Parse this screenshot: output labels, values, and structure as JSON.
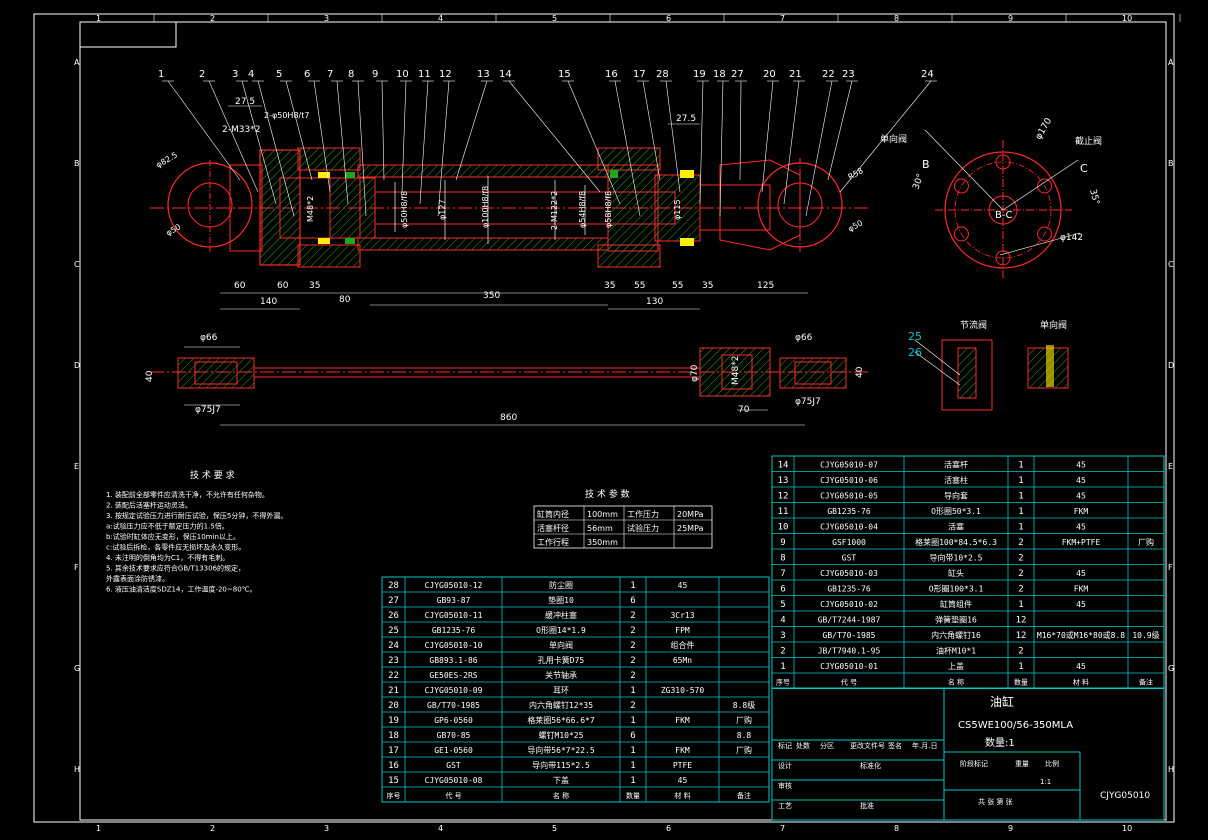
{
  "drawing": {
    "border_columns": [
      "1",
      "2",
      "3",
      "4",
      "5",
      "6",
      "7",
      "8",
      "9",
      "10"
    ],
    "border_rows": [
      "A",
      "B",
      "C",
      "D",
      "E",
      "F",
      "G",
      "H"
    ],
    "balloons_top": [
      "1",
      "2",
      "3",
      "4",
      "5",
      "6",
      "7",
      "8",
      "9",
      "10",
      "11",
      "12",
      "13",
      "14",
      "15",
      "16",
      "17",
      "28",
      "19",
      "18",
      "27",
      "20",
      "21",
      "22",
      "23",
      "24"
    ],
    "dims_bottom": [
      "60",
      "140",
      "60",
      "35",
      "80",
      "350",
      "35",
      "55",
      "130",
      "55",
      "35",
      "125"
    ],
    "dims_top": [
      "27.5",
      "2-M33*2",
      "2-φ50H8/t7",
      "27.5"
    ],
    "dims_inner": [
      "φ82.5",
      "φ50",
      "M48*2",
      "φ50H8/f8",
      "φ127",
      "φ100H8/f8",
      "2-M122*2",
      "φ54H8/f8",
      "φ58H8/f8",
      "φ115",
      "R58",
      "φ50"
    ],
    "flange_labels": [
      "单向阀",
      "截止阀",
      "B",
      "C",
      "B-C",
      "φ170",
      "φ142",
      "30°",
      "35°"
    ],
    "rod_dims": [
      "φ66",
      "40",
      "φ75J7",
      "860",
      "φ70",
      "M48*2",
      "φ66",
      "40",
      "70",
      "φ75J7"
    ],
    "detail_labels": [
      "25",
      "26",
      "节流阀",
      "单向阀"
    ]
  },
  "tech_requirements": {
    "title": "技 术 要 求",
    "items": [
      "1.  装配前全部零件应清洗干净，不允许有任何杂物。",
      "2.  装配后活塞杆运动灵活。",
      "3.  按规定试验压力进行耐压试验，保压5分钟，不得外漏。",
      "    a:试验压力应不低于额定压力的1.5倍。",
      "    b:试验时缸体应无变形，保压10min以上。",
      "    c:试验后拆检，各零件应无损坏及永久变形。",
      "4.  未注明的倒角均为C1，不得有毛刺。",
      "5.  其余技术要求应符合GB/T13306的规定，",
      "    外露表面涂防锈漆。",
      "6.  液压油清洁度SDZ14，工作温度-20~80℃。"
    ]
  },
  "params": {
    "title": "技 术 参 数",
    "rows": [
      [
        "缸筒内径",
        "100mm",
        "工作压力",
        "20MPa"
      ],
      [
        "活塞杆径",
        "56mm",
        "试验压力",
        "25MPa"
      ],
      [
        "工作行程",
        "350mm",
        "",
        ""
      ]
    ]
  },
  "bom_left": {
    "rows": [
      [
        "28",
        "CJYG05010-12",
        "防尘圈",
        "1",
        "45",
        ""
      ],
      [
        "27",
        "GB93-87",
        "垫圈10",
        "6",
        "",
        ""
      ],
      [
        "26",
        "CJYG05010-11",
        "缓冲柱塞",
        "2",
        "3Cr13",
        ""
      ],
      [
        "25",
        "GB1235-76",
        "O形圈14*1.9",
        "2",
        "FPM",
        ""
      ],
      [
        "24",
        "CJYG05010-10",
        "单向阀",
        "2",
        "组合件",
        ""
      ],
      [
        "23",
        "GB893.1-86",
        "孔用卡簧D75",
        "2",
        "65Mn",
        ""
      ],
      [
        "22",
        "GE50ES-2RS",
        "关节轴承",
        "2",
        "",
        ""
      ],
      [
        "21",
        "CJYG05010-09",
        "耳环",
        "1",
        "ZG310-570",
        ""
      ],
      [
        "20",
        "GB/T70-1985",
        "内六角螺钉12*35",
        "2",
        "",
        "8.8级"
      ],
      [
        "19",
        "GP6-0560",
        "格莱圈56*66.6*7",
        "1",
        "FKM",
        "厂购"
      ],
      [
        "18",
        "GB70-85",
        "螺钉M10*25",
        "6",
        "",
        "8.8"
      ],
      [
        "17",
        "GE1-0560",
        "导向带56*7*22.5",
        "1",
        "FKM",
        "厂购"
      ],
      [
        "16",
        "GST",
        "导向带115*2.5",
        "1",
        "PTFE",
        ""
      ],
      [
        "15",
        "CJYG05010-08",
        "下盖",
        "1",
        "45",
        ""
      ]
    ],
    "header": [
      "序号",
      "代  号",
      "名  称",
      "数量",
      "材  料",
      "备注"
    ]
  },
  "bom_right": {
    "rows": [
      [
        "14",
        "CJYG05010-07",
        "活塞杆",
        "1",
        "45",
        ""
      ],
      [
        "13",
        "CJYG05010-06",
        "活塞柱",
        "1",
        "45",
        ""
      ],
      [
        "12",
        "CJYG05010-05",
        "导向套",
        "1",
        "45",
        ""
      ],
      [
        "11",
        "GB1235-76",
        "O形圈50*3.1",
        "1",
        "FKM",
        ""
      ],
      [
        "10",
        "CJYG05010-04",
        "活塞",
        "1",
        "45",
        ""
      ],
      [
        "9",
        "GSF1000",
        "格莱圈100*84.5*6.3",
        "2",
        "FKM+PTFE",
        "厂购"
      ],
      [
        "8",
        "GST",
        "导向带10*2.5",
        "2",
        "",
        ""
      ],
      [
        "7",
        "CJYG05010-03",
        "缸头",
        "2",
        "45",
        ""
      ],
      [
        "6",
        "GB1235-76",
        "O形圈100*3.1",
        "2",
        "FKM",
        ""
      ],
      [
        "5",
        "CJYG05010-02",
        "缸筒组件",
        "1",
        "45",
        ""
      ],
      [
        "4",
        "GB/T7244-1987",
        "弹簧垫圈16",
        "12",
        "",
        ""
      ],
      [
        "3",
        "GB/T70-1985",
        "内六角螺钉16",
        "12",
        "M16*70或M16*80或8.8",
        "10.9级"
      ],
      [
        "2",
        "JB/T7940.1-95",
        "油杯M10*1",
        "2",
        "",
        ""
      ],
      [
        "1",
        "CJYG05010-01",
        "上盖",
        "1",
        "45",
        ""
      ]
    ],
    "header": [
      "序号",
      "代  号",
      "名  称",
      "数量",
      "材  料",
      "备注"
    ]
  },
  "title_block": {
    "name": "油缸",
    "model": "CS5WE100/56-350MLA",
    "qty": "数量:1",
    "drawing_no": "CJYG05010",
    "labels": [
      "标记",
      "处数",
      "分区",
      "更改文件号",
      "签名",
      "年.月.日",
      "设计",
      "标准化",
      "审核",
      "工艺",
      "批准",
      "阶段标记",
      "重量",
      "比例",
      "共 张 第 张",
      "1:1"
    ]
  },
  "colors": {
    "background": "#000000",
    "frame": "#ffffff",
    "geometry": "#ff2a2a",
    "hatch": "#1ea81e",
    "dims": "#ffffff",
    "table": "#00c8c8",
    "table_text": "#ffffff",
    "balloon": "#ffffff",
    "seal": "#ffee00"
  }
}
